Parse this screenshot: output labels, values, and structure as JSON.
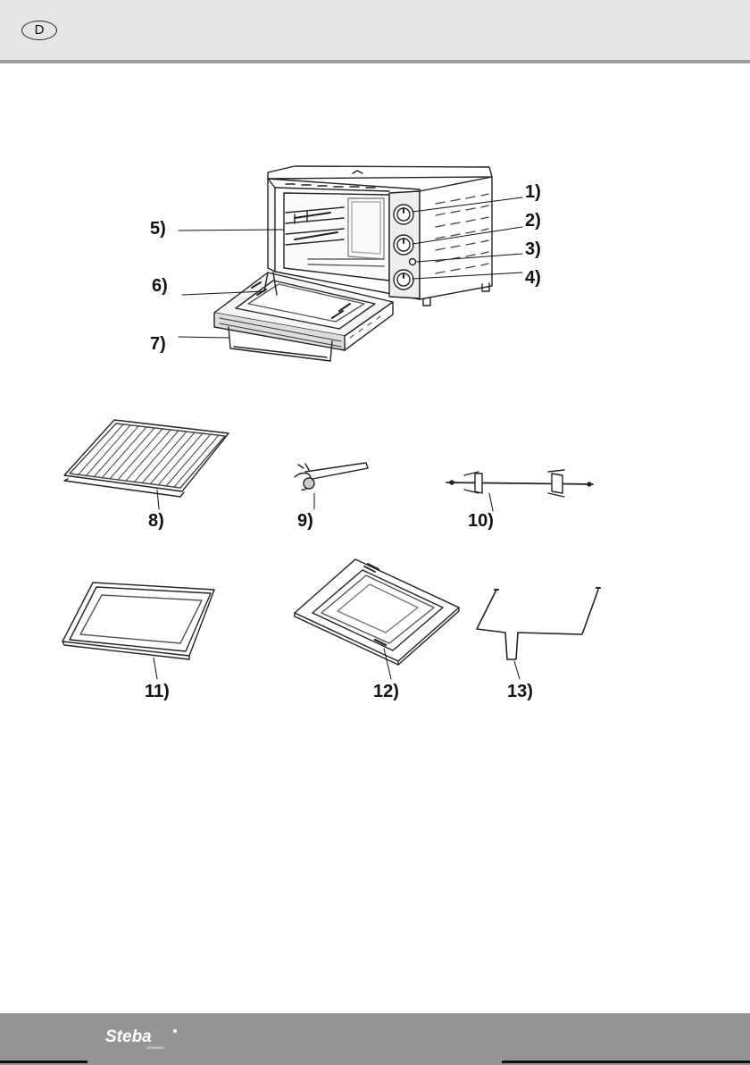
{
  "header": {
    "language_badge": "D"
  },
  "labels": {
    "l1": "1)",
    "l2": "2)",
    "l3": "3)",
    "l4": "4)",
    "l5": "5)",
    "l6": "6)",
    "l7": "7)",
    "l8": "8)",
    "l9": "9)",
    "l10": "10)",
    "l11": "11)",
    "l12": "12)",
    "l13": "13)"
  },
  "footer": {
    "brand": "Steba",
    "brand_sub": "GERMANY"
  }
}
